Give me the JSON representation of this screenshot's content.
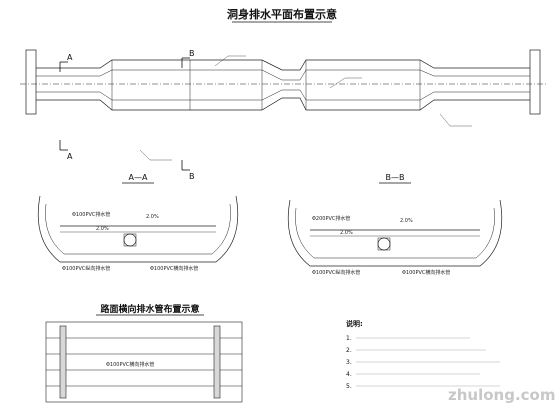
{
  "drawing": {
    "plan_title": "洞身排水平面布置示意",
    "section_a_title": "A—A",
    "section_b_title": "B—B",
    "detail_title": "路面横向排水管布置示意",
    "notes_heading": "说明:",
    "notes": [
      "1.",
      "2.",
      "3.",
      "4.",
      "5."
    ]
  },
  "section_marks": {
    "a_top": "A",
    "a_bottom": "A",
    "b_top": "B",
    "b_bottom": "B"
  },
  "dimensions": {
    "a_pipe_1": "Φ100PVC排水管",
    "a_pipe_2": "Φ100PVC横向排水管",
    "a_pipe_3": "Φ100PVC纵向排水管",
    "a_slope": "2.0%",
    "a_slope_2": "2.0%",
    "b_pipe_1": "Φ200PVC排水管",
    "b_pipe_2": "Φ100PVC横向排水管",
    "b_pipe_3": "Φ100PVC纵向排水管",
    "b_slope": "2.0%",
    "b_slope_2": "2.0%",
    "detail_pipe": "Φ100PVC横向排水管"
  },
  "watermark": "zhulong.com"
}
